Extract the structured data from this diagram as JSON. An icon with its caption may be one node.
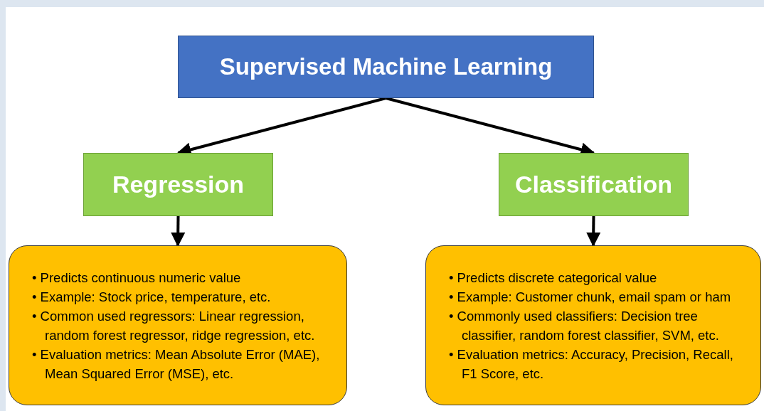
{
  "diagram": {
    "nodes": [
      {
        "text": [
          "Supervised Machine Learning"
        ]
      },
      {
        "text": [
          "Regression"
        ]
      },
      {
        "text": [
          "Classification"
        ]
      },
      {
        "text": [
          "• Predicts continuous numeric value",
          "• Example: Stock price, temperature, etc.",
          "• Common used regressors: Linear regression, random forest regressor, ridge regression, etc.",
          "• Evaluation metrics: Mean Absolute Error (MAE), Mean Squared Error (MSE), etc."
        ]
      },
      {
        "text": [
          "• Predicts discrete categorical value",
          "• Example: Customer chunk, email spam or ham",
          "• Commonly used classifiers: Decision tree classifier, random forest classifier, SVM, etc.",
          "• Evaluation metrics: Accuracy, Precision, Recall, F1 Score, etc."
        ]
      }
    ],
    "edges": [
      {
        "from": 0,
        "to": 1,
        "arrow": "to"
      },
      {
        "from": 0,
        "to": 2,
        "arrow": "to"
      },
      {
        "from": 1,
        "to": 3,
        "arrow": "to"
      },
      {
        "from": 2,
        "to": 4,
        "arrow": "to"
      }
    ]
  }
}
